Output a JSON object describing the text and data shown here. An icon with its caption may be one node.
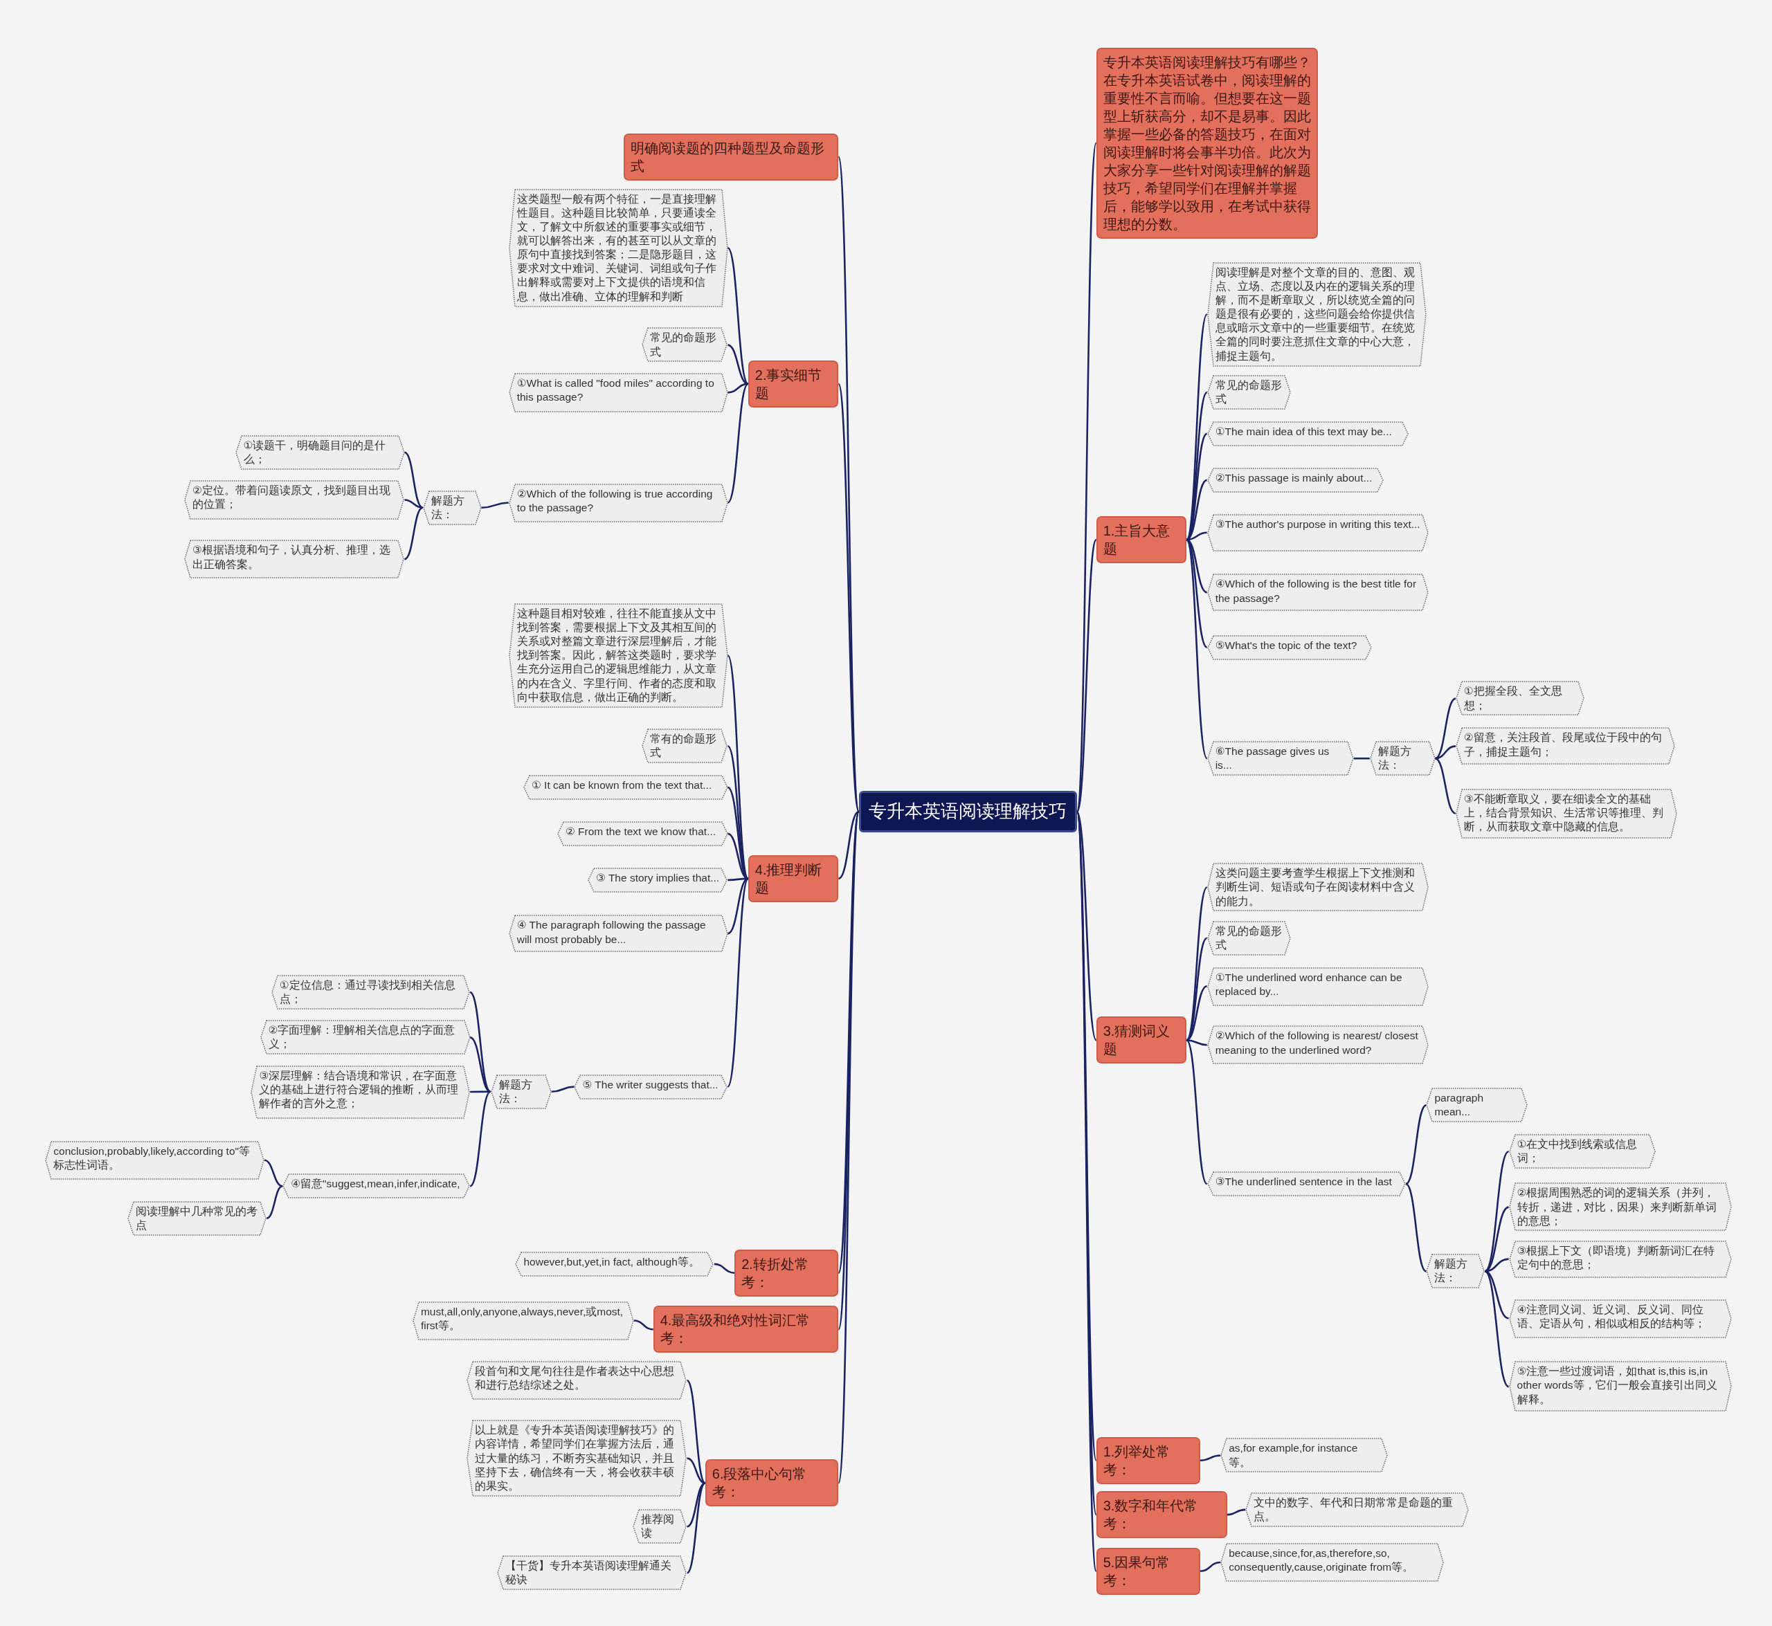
{
  "diagram": {
    "nodes": [
      {
        "text": [
          "专升本英语阅读理解技巧"
        ]
      },
      {
        "text": [
          "专升本英语阅读理解技巧有哪些？在专升本英语试卷中，阅读理解的重要性不言而喻。但想要在这一题型上斩获高分，却不是易事。因此掌握一些必备的答题技巧，在面对阅读理解时将会事半功倍。此次为大家分享一些针对阅读理解的解题技巧，希望同学们在理解并掌握后，能够学以致用，在考试中获得理想的分数。"
        ]
      },
      {
        "text": [
          "1.主旨大意题"
        ]
      },
      {
        "text": [
          "阅读理解是对整个文章的目的、意图、观点、立场、态度以及内在的逻辑关系的理解，而不是断章取义，所以统览全篇的问题是很有必要的，这些问题会给你提供信息或暗示文章中的一些重要细节。在统览全篇的同时要注意抓住文章的中心大意，捕捉主题句。"
        ]
      },
      {
        "text": [
          "常见的命题形式"
        ]
      },
      {
        "text": [
          "①The main idea of this text may be..."
        ]
      },
      {
        "text": [
          "②This passage is mainly about..."
        ]
      },
      {
        "text": [
          "③The author's purpose in writing this text..."
        ]
      },
      {
        "text": [
          "④Which of the following is the best title for the passage?"
        ]
      },
      {
        "text": [
          "⑤What's the topic of the text?"
        ]
      },
      {
        "text": [
          "⑥The passage gives us is..."
        ]
      },
      {
        "text": [
          "解题方法："
        ]
      },
      {
        "text": [
          "①把握全段、全文思想；"
        ]
      },
      {
        "text": [
          "②留意，关注段首、段尾或位于段中的句子，捕捉主题句；"
        ]
      },
      {
        "text": [
          "③不能断章取义，要在细读全文的基础上，结合背景知识、生活常识等推理、判断，从而获取文章中隐藏的信息。"
        ]
      },
      {
        "text": [
          "3.猜测词义题"
        ]
      },
      {
        "text": [
          "这类问题主要考查学生根据上下文推测和判断生词、短语或句子在阅读材料中含义的能力。"
        ]
      },
      {
        "text": [
          "常见的命题形式"
        ]
      },
      {
        "text": [
          "①The underlined word enhance can be replaced by..."
        ]
      },
      {
        "text": [
          "②Which of the following is nearest/ closest meaning to the underlined word?"
        ]
      },
      {
        "text": [
          "③The underlined sentence in the last"
        ]
      },
      {
        "text": [
          "paragraph mean..."
        ]
      },
      {
        "text": [
          "解题方法："
        ]
      },
      {
        "text": [
          "①在文中找到线索或信息词；"
        ]
      },
      {
        "text": [
          "②根据周围熟悉的词的逻辑关系（并列，转折，递进，对比，因果）来判断新单词的意思；"
        ]
      },
      {
        "text": [
          "③根据上下文（即语境）判断新词汇在特定句中的意思；"
        ]
      },
      {
        "text": [
          "④注意同义词、近义词、反义词、同位语、定语从句，相似或相反的结构等；"
        ]
      },
      {
        "text": [
          "⑤注意一些过渡词语，如that is,this is,in other words等，它们一般会直接引出同义解释。"
        ]
      },
      {
        "text": [
          "1.列举处常考："
        ]
      },
      {
        "text": [
          "as,for example,for instance等。"
        ]
      },
      {
        "text": [
          "3.数字和年代常考："
        ]
      },
      {
        "text": [
          "文中的数字、年代和日期常常是命题的重点。"
        ]
      },
      {
        "text": [
          "5.因果句常考："
        ]
      },
      {
        "text": [
          "because,since,for,as,therefore,so, consequently,cause,originate from等。"
        ]
      },
      {
        "text": [
          "明确阅读题的四种题型及命题形式"
        ]
      },
      {
        "text": [
          "2.事实细节题"
        ]
      },
      {
        "text": [
          "这类题型一般有两个特征，一是直接理解性题目。这种题目比较简单，只要通读全文，了解文中所叙述的重要事实或细节，就可以解答出来，有的甚至可以从文章的原句中直接找到答案；二是隐形题目，这要求对文中难词、关键词、词组或句子作出解释或需要对上下文提供的语境和信息，做出准确、立体的理解和判断"
        ]
      },
      {
        "text": [
          "常见的命题形式"
        ]
      },
      {
        "text": [
          "①What is called \"food miles\" according to this passage?"
        ]
      },
      {
        "text": [
          "②Which of the following is true according to the passage?"
        ]
      },
      {
        "text": [
          "解题方法："
        ]
      },
      {
        "text": [
          "①读题干，明确题目问的是什么；"
        ]
      },
      {
        "text": [
          "②定位。带着问题读原文，找到题目出现的位置；"
        ]
      },
      {
        "text": [
          "③根据语境和句子，认真分析、推理，选出正确答案。"
        ]
      },
      {
        "text": [
          "4.推理判断题"
        ]
      },
      {
        "text": [
          "这种题目相对较难，往往不能直接从文中找到答案，需要根据上下文及其相互间的关系或对整篇文章进行深层理解后，才能找到答案。因此，解答这类题时，要求学生充分运用自己的逻辑思维能力，从文章的内在含义、字里行间、作者的态度和取向中获取信息，做出正确的判断。"
        ]
      },
      {
        "text": [
          "常有的命题形式"
        ]
      },
      {
        "text": [
          "① It can be known from the text that..."
        ]
      },
      {
        "text": [
          "② From the text we know that..."
        ]
      },
      {
        "text": [
          "③ The story implies that..."
        ]
      },
      {
        "text": [
          "④ The paragraph following the passage will most probably be..."
        ]
      },
      {
        "text": [
          "⑤ The writer suggests that..."
        ]
      },
      {
        "text": [
          "解题方法："
        ]
      },
      {
        "text": [
          "①定位信息：通过寻读找到相关信息点；"
        ]
      },
      {
        "text": [
          "②字面理解：理解相关信息点的字面意义；"
        ]
      },
      {
        "text": [
          "③深层理解：结合语境和常识，在字面意义的基础上进行符合逻辑的推断，从而理解作者的言外之意；"
        ]
      },
      {
        "text": [
          "④留意\"suggest,mean,infer,indicate,"
        ]
      },
      {
        "text": [
          "conclusion,probably,likely,according to\"等标志性词语。"
        ]
      },
      {
        "text": [
          "阅读理解中几种常见的考点"
        ]
      },
      {
        "text": [
          "2.转折处常考："
        ]
      },
      {
        "text": [
          "however,but,yet,in fact, although等。"
        ]
      },
      {
        "text": [
          "4.最高级和绝对性词汇常考："
        ]
      },
      {
        "text": [
          "must,all,only,anyone,always,never,或most, first等。"
        ]
      },
      {
        "text": [
          "6.段落中心句常考："
        ]
      },
      {
        "text": [
          "段首句和文尾句往往是作者表达中心思想和进行总结综述之处。"
        ]
      },
      {
        "text": [
          "以上就是《专升本英语阅读理解技巧》的内容详情，希望同学们在掌握方法后，通过大量的练习，不断夯实基础知识，并且坚持下去，确信终有一天，将会收获丰硕的果实。"
        ]
      },
      {
        "text": [
          "推荐阅读"
        ]
      },
      {
        "text": [
          "【干货】专升本英语阅读理解通关秘诀"
        ]
      }
    ],
    "edges": [
      {
        "from": 0,
        "to": 1,
        "arrow": "none"
      },
      {
        "from": 0,
        "to": 2,
        "arrow": "none"
      },
      {
        "from": 2,
        "to": 3,
        "arrow": "none"
      },
      {
        "from": 2,
        "to": 4,
        "arrow": "none"
      },
      {
        "from": 2,
        "to": 5,
        "arrow": "none"
      },
      {
        "from": 2,
        "to": 6,
        "arrow": "none"
      },
      {
        "from": 2,
        "to": 7,
        "arrow": "none"
      },
      {
        "from": 2,
        "to": 8,
        "arrow": "none"
      },
      {
        "from": 2,
        "to": 9,
        "arrow": "none"
      },
      {
        "from": 2,
        "to": 10,
        "arrow": "none"
      },
      {
        "from": 10,
        "to": 11,
        "arrow": "none"
      },
      {
        "from": 11,
        "to": 12,
        "arrow": "none"
      },
      {
        "from": 11,
        "to": 13,
        "arrow": "none"
      },
      {
        "from": 11,
        "to": 14,
        "arrow": "none"
      },
      {
        "from": 0,
        "to": 15,
        "arrow": "none"
      },
      {
        "from": 15,
        "to": 16,
        "arrow": "none"
      },
      {
        "from": 15,
        "to": 17,
        "arrow": "none"
      },
      {
        "from": 15,
        "to": 18,
        "arrow": "none"
      },
      {
        "from": 15,
        "to": 19,
        "arrow": "none"
      },
      {
        "from": 15,
        "to": 20,
        "arrow": "none"
      },
      {
        "from": 20,
        "to": 21,
        "arrow": "none"
      },
      {
        "from": 20,
        "to": 22,
        "arrow": "none"
      },
      {
        "from": 22,
        "to": 23,
        "arrow": "none"
      },
      {
        "from": 22,
        "to": 24,
        "arrow": "none"
      },
      {
        "from": 22,
        "to": 25,
        "arrow": "none"
      },
      {
        "from": 22,
        "to": 26,
        "arrow": "none"
      },
      {
        "from": 22,
        "to": 27,
        "arrow": "none"
      },
      {
        "from": 0,
        "to": 28,
        "arrow": "none"
      },
      {
        "from": 28,
        "to": 29,
        "arrow": "none"
      },
      {
        "from": 0,
        "to": 30,
        "arrow": "none"
      },
      {
        "from": 30,
        "to": 31,
        "arrow": "none"
      },
      {
        "from": 0,
        "to": 32,
        "arrow": "none"
      },
      {
        "from": 32,
        "to": 33,
        "arrow": "none"
      },
      {
        "from": 0,
        "to": 34,
        "arrow": "none"
      },
      {
        "from": 0,
        "to": 35,
        "arrow": "none"
      },
      {
        "from": 35,
        "to": 36,
        "arrow": "none"
      },
      {
        "from": 35,
        "to": 37,
        "arrow": "none"
      },
      {
        "from": 35,
        "to": 38,
        "arrow": "none"
      },
      {
        "from": 35,
        "to": 39,
        "arrow": "none"
      },
      {
        "from": 39,
        "to": 40,
        "arrow": "none"
      },
      {
        "from": 40,
        "to": 41,
        "arrow": "none"
      },
      {
        "from": 40,
        "to": 42,
        "arrow": "none"
      },
      {
        "from": 40,
        "to": 43,
        "arrow": "none"
      },
      {
        "from": 0,
        "to": 44,
        "arrow": "none"
      },
      {
        "from": 44,
        "to": 45,
        "arrow": "none"
      },
      {
        "from": 44,
        "to": 46,
        "arrow": "none"
      },
      {
        "from": 44,
        "to": 47,
        "arrow": "none"
      },
      {
        "from": 44,
        "to": 48,
        "arrow": "none"
      },
      {
        "from": 44,
        "to": 49,
        "arrow": "none"
      },
      {
        "from": 44,
        "to": 50,
        "arrow": "none"
      },
      {
        "from": 44,
        "to": 51,
        "arrow": "none"
      },
      {
        "from": 51,
        "to": 52,
        "arrow": "none"
      },
      {
        "from": 52,
        "to": 53,
        "arrow": "none"
      },
      {
        "from": 52,
        "to": 54,
        "arrow": "none"
      },
      {
        "from": 52,
        "to": 55,
        "arrow": "none"
      },
      {
        "from": 52,
        "to": 56,
        "arrow": "none"
      },
      {
        "from": 56,
        "to": 57,
        "arrow": "none"
      },
      {
        "from": 56,
        "to": 58,
        "arrow": "none"
      },
      {
        "from": 0,
        "to": 59,
        "arrow": "none"
      },
      {
        "from": 59,
        "to": 60,
        "arrow": "none"
      },
      {
        "from": 0,
        "to": 61,
        "arrow": "none"
      },
      {
        "from": 61,
        "to": 62,
        "arrow": "none"
      },
      {
        "from": 0,
        "to": 63,
        "arrow": "none"
      },
      {
        "from": 63,
        "to": 64,
        "arrow": "none"
      },
      {
        "from": 63,
        "to": 65,
        "arrow": "none"
      },
      {
        "from": 63,
        "to": 66,
        "arrow": "none"
      },
      {
        "from": 63,
        "to": 67,
        "arrow": "none"
      }
    ]
  }
}
